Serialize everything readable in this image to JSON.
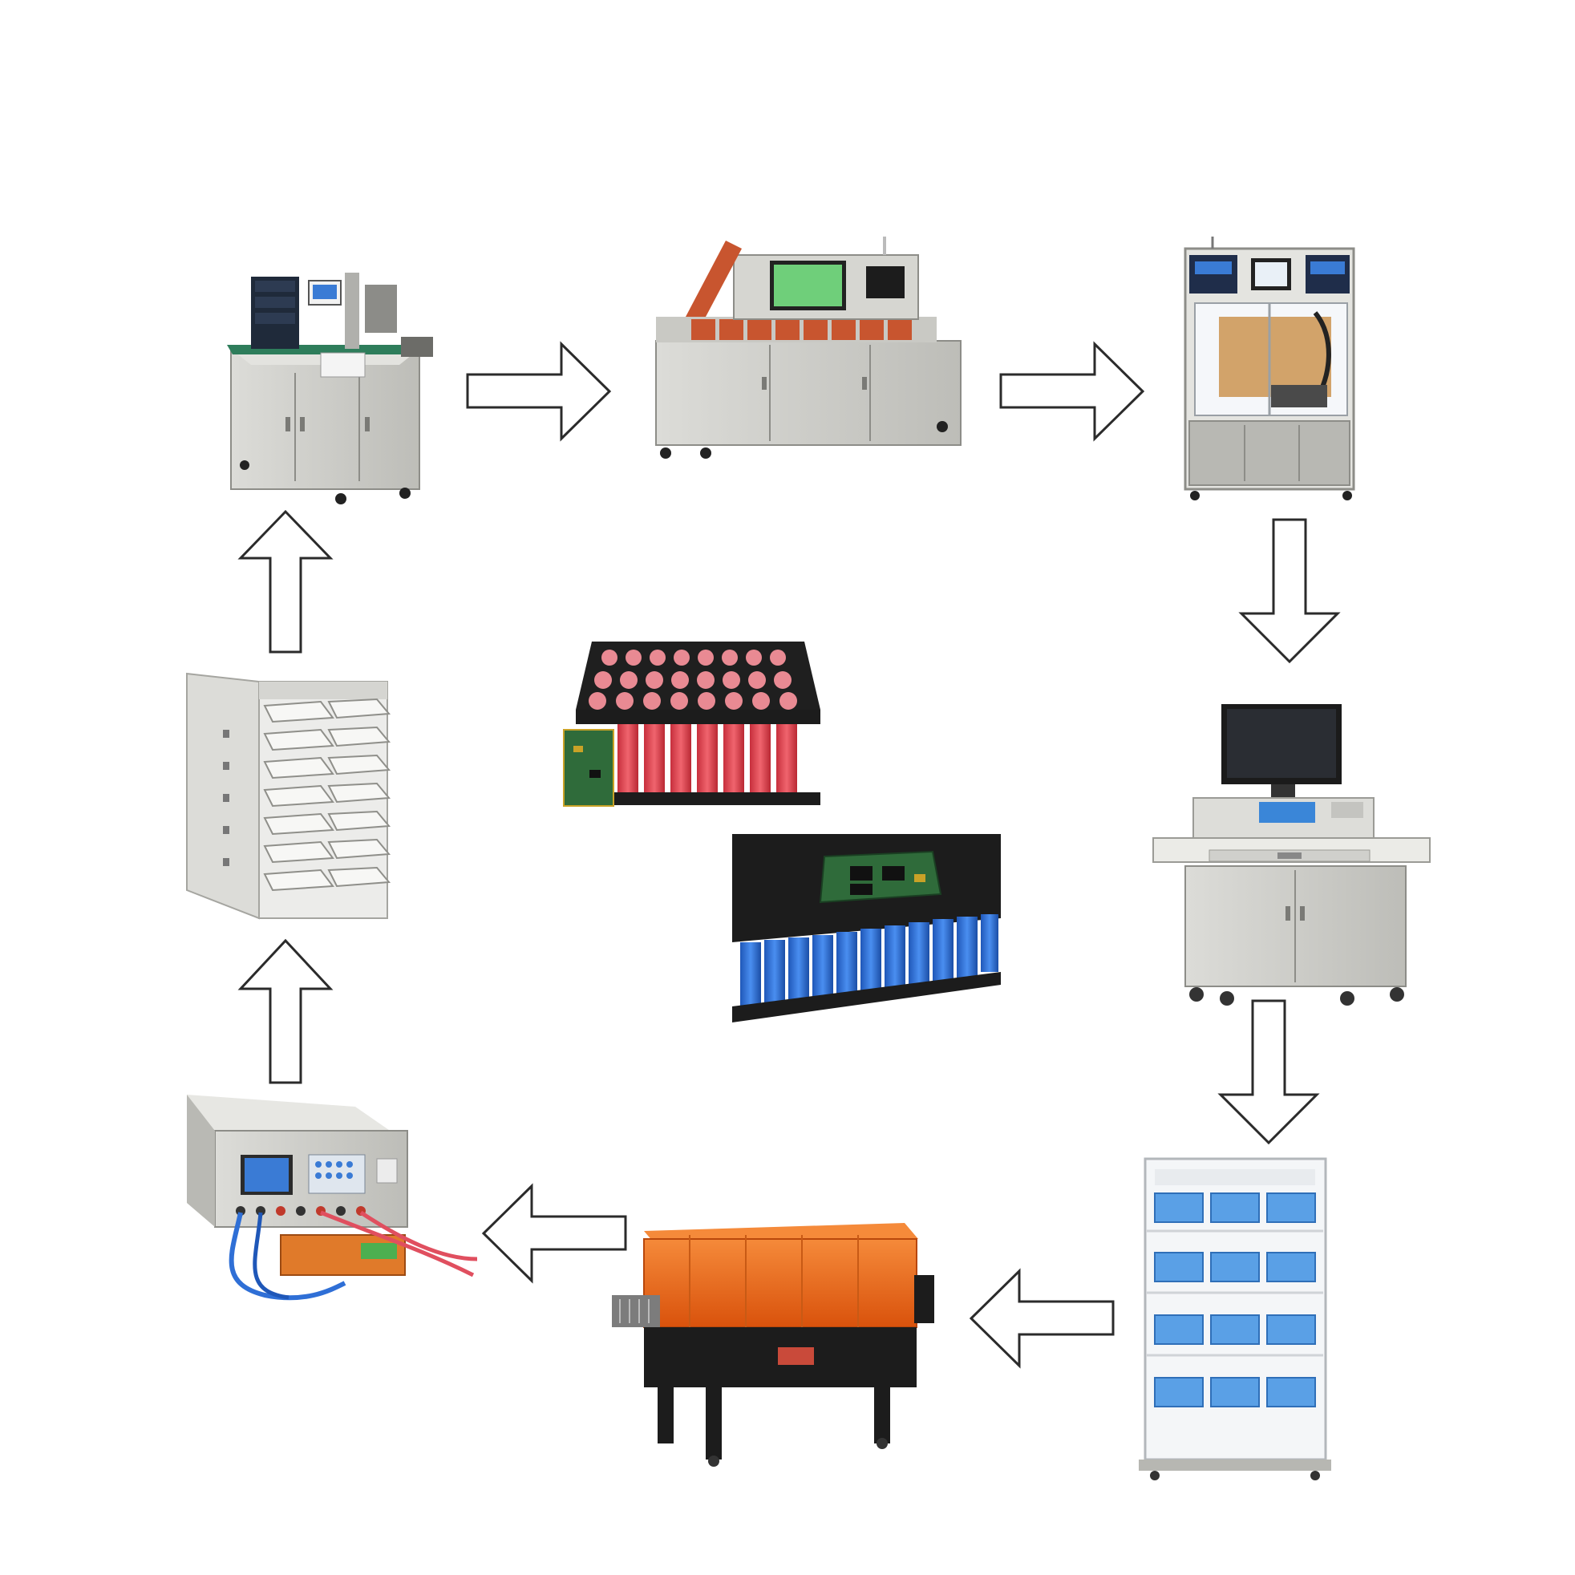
{
  "diagram": {
    "kind": "battery-pack-assembly-flow",
    "colors": {
      "background": "#ffffff",
      "arrow_fill": "#ffffff",
      "arrow_stroke": "#2b2b2b",
      "cabinet_grey": "#cfcfcb",
      "cabinet_dark": "#9a9a96",
      "machine_green": "#2e7d5b",
      "cell_red": "#e0434f",
      "cell_blue": "#2f6fd6",
      "holder_black": "#1c1c1c",
      "oven_orange": "#ef6a1a",
      "screen_blue": "#3a7bd5",
      "panel_blue": "#5aa0e6",
      "pcb_green": "#2f6b3a"
    },
    "nodes": [
      {
        "id": "sorting-machine",
        "icon": "cell-sorting-machine-icon"
      },
      {
        "id": "holder-loading-machine",
        "icon": "holder-loading-machine-icon"
      },
      {
        "id": "spot-welding-machine",
        "icon": "spot-welding-machine-icon"
      },
      {
        "id": "pack-test-station",
        "icon": "pack-test-station-icon"
      },
      {
        "id": "aging-cabinet",
        "icon": "aging-cabinet-icon"
      },
      {
        "id": "shrink-tunnel",
        "icon": "shrink-tunnel-icon"
      },
      {
        "id": "bms-tester",
        "icon": "bms-tester-icon"
      },
      {
        "id": "charge-discharge-rack",
        "icon": "charge-discharge-rack-icon"
      }
    ],
    "center_products": [
      {
        "id": "red-cell-pack",
        "icon": "red-cell-pack-icon"
      },
      {
        "id": "blue-cell-pack",
        "icon": "blue-cell-pack-icon"
      }
    ],
    "arrows": [
      {
        "from": "sorting-machine",
        "to": "holder-loading-machine",
        "direction": "right"
      },
      {
        "from": "holder-loading-machine",
        "to": "spot-welding-machine",
        "direction": "right"
      },
      {
        "from": "spot-welding-machine",
        "to": "pack-test-station",
        "direction": "down"
      },
      {
        "from": "pack-test-station",
        "to": "aging-cabinet",
        "direction": "down"
      },
      {
        "from": "aging-cabinet",
        "to": "shrink-tunnel",
        "direction": "left"
      },
      {
        "from": "shrink-tunnel",
        "to": "bms-tester",
        "direction": "left"
      },
      {
        "from": "bms-tester",
        "to": "charge-discharge-rack",
        "direction": "up"
      },
      {
        "from": "charge-discharge-rack",
        "to": "sorting-machine",
        "direction": "up"
      }
    ]
  }
}
